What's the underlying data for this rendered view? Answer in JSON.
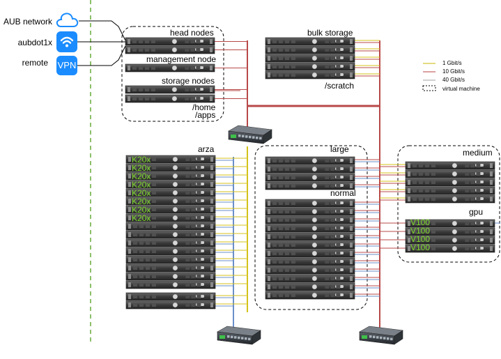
{
  "access": {
    "items": [
      {
        "label": "AUB network",
        "icon": "cloud-icon"
      },
      {
        "label": "aubdot1x",
        "icon": "wifi-icon"
      },
      {
        "label": "remote",
        "icon": "vpn-icon",
        "icon_text": "VPN"
      }
    ]
  },
  "groups": {
    "head_nodes": "head nodes",
    "management_node": "management node",
    "storage_nodes": "storage nodes",
    "home": "/home",
    "apps": "/apps",
    "bulk_storage": "bulk storage",
    "scratch": "/scratch",
    "arza": "arza",
    "large": "large",
    "normal": "normal",
    "medium": "medium",
    "gpu": "gpu"
  },
  "gpu_labels": {
    "arza": [
      "K20x",
      "K20x",
      "K20x",
      "K20x",
      "K20x",
      "K20x",
      "K20x",
      "K20x"
    ],
    "gpu": [
      "V100",
      "V100",
      "V100",
      "V100"
    ]
  },
  "legend": {
    "items": [
      {
        "label": "1   Gbit/s",
        "color": "#c8b400",
        "style": "line"
      },
      {
        "label": "10 Gbit/s",
        "color": "#b84040",
        "style": "line"
      },
      {
        "label": "40 Gbit/s",
        "color": "#a0a0a0",
        "style": "line"
      },
      {
        "label": "virtual machine",
        "color": "#000000",
        "style": "dashed-box"
      }
    ]
  },
  "colors": {
    "gbit1": "#d4c21a",
    "gbit10": "#b84848",
    "gbit40": "#6a8fc8",
    "divider": "#8cc06a",
    "gpu_text": "#7cd62a",
    "accent_blue": "#1a8cff"
  }
}
